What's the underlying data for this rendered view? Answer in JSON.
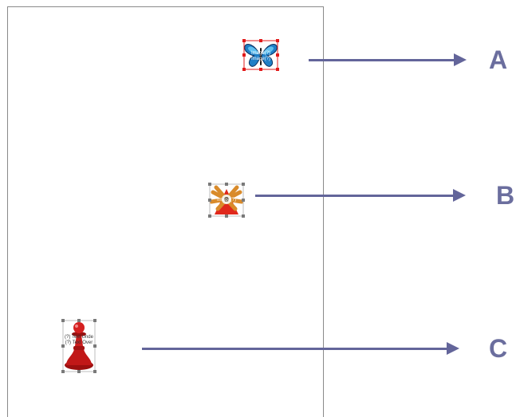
{
  "objects": [
    {
      "id": "A",
      "icon": "butterfly-icon",
      "caption": [
        "Image(?)",
        "Image(?)"
      ],
      "selection": "active",
      "handle_color": "#e21b1b"
    },
    {
      "id": "B",
      "icon": "sunburst-icon",
      "caption": [
        "Image(?)"
      ],
      "selection": "inactive",
      "handle_color": "#7a7a7a"
    },
    {
      "id": "C",
      "icon": "chess-pawn-icon",
      "caption": [
        "(?) Text Unde",
        "(?) Text Over"
      ],
      "selection": "inactive",
      "handle_color": "#7a7a7a"
    }
  ],
  "callouts": [
    {
      "label": "A"
    },
    {
      "label": "B"
    },
    {
      "label": "C"
    }
  ],
  "colors": {
    "arrow": "#63659a",
    "label": "#6b6e9e",
    "page_border": "#8a8a8a"
  }
}
